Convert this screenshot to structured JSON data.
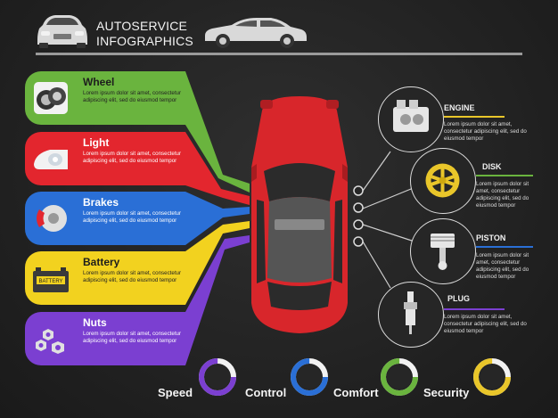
{
  "header": {
    "title_line1": "AUTOSERVICE",
    "title_line2": "INFOGRAPHICS"
  },
  "left_items": [
    {
      "label": "Wheel",
      "desc": "Lorem ipsum dolor sit amet, consectetur adipiscing elit, sed do eiusmod tempor",
      "color": "#6ab43e",
      "icon": "wheel-icon"
    },
    {
      "label": "Light",
      "desc": "Lorem ipsum dolor sit amet, consectetur adipiscing elit, sed do eiusmod tempor",
      "color": "#e3262e",
      "icon": "headlight-icon"
    },
    {
      "label": "Brakes",
      "desc": "Lorem ipsum dolor sit amet, consectetur adipiscing elit, sed do eiusmod tempor",
      "color": "#2a6fd6",
      "icon": "brake-disc-icon"
    },
    {
      "label": "Battery",
      "desc": "Lorem ipsum dolor sit amet, consectetur adipiscing elit, sed do eiusmod tempor",
      "color": "#f2d21f",
      "icon": "battery-icon"
    },
    {
      "label": "Nuts",
      "desc": "Lorem ipsum dolor sit amet, consectetur adipiscing elit, sed do eiusmod tempor",
      "color": "#7b3fd1",
      "icon": "nuts-icon"
    }
  ],
  "battery_sticker": "BATTERY",
  "right_items": [
    {
      "label": "ENGINE",
      "desc": "Lorem ipsum dolor sit amet, consectetur adipiscing elit, sed do eiusmod tempor",
      "color": "#e9c62a",
      "icon": "engine-icon"
    },
    {
      "label": "DISK",
      "desc": "Lorem ipsum dolor sit amet, consectetur adipiscing elit, sed do eiusmod tempor",
      "color": "#6ab43e",
      "icon": "rim-icon"
    },
    {
      "label": "PISTON",
      "desc": "Lorem ipsum dolor sit amet, consectetur adipiscing elit, sed do eiusmod tempor",
      "color": "#2a6fd6",
      "icon": "piston-icon"
    },
    {
      "label": "PLUG",
      "desc": "Lorem ipsum dolor sit amet, consectetur adipiscing elit, sed do eiusmod tempor",
      "color": "#7b3fd1",
      "icon": "spark-plug-icon"
    }
  ],
  "gauges": [
    {
      "label": "Speed",
      "color": "#7b3fd1",
      "fraction": 0.75
    },
    {
      "label": "Control",
      "color": "#2a6fd6",
      "fraction": 0.75
    },
    {
      "label": "Comfort",
      "color": "#6ab43e",
      "fraction": 0.75
    },
    {
      "label": "Security",
      "color": "#e9c62a",
      "fraction": 0.75
    }
  ]
}
